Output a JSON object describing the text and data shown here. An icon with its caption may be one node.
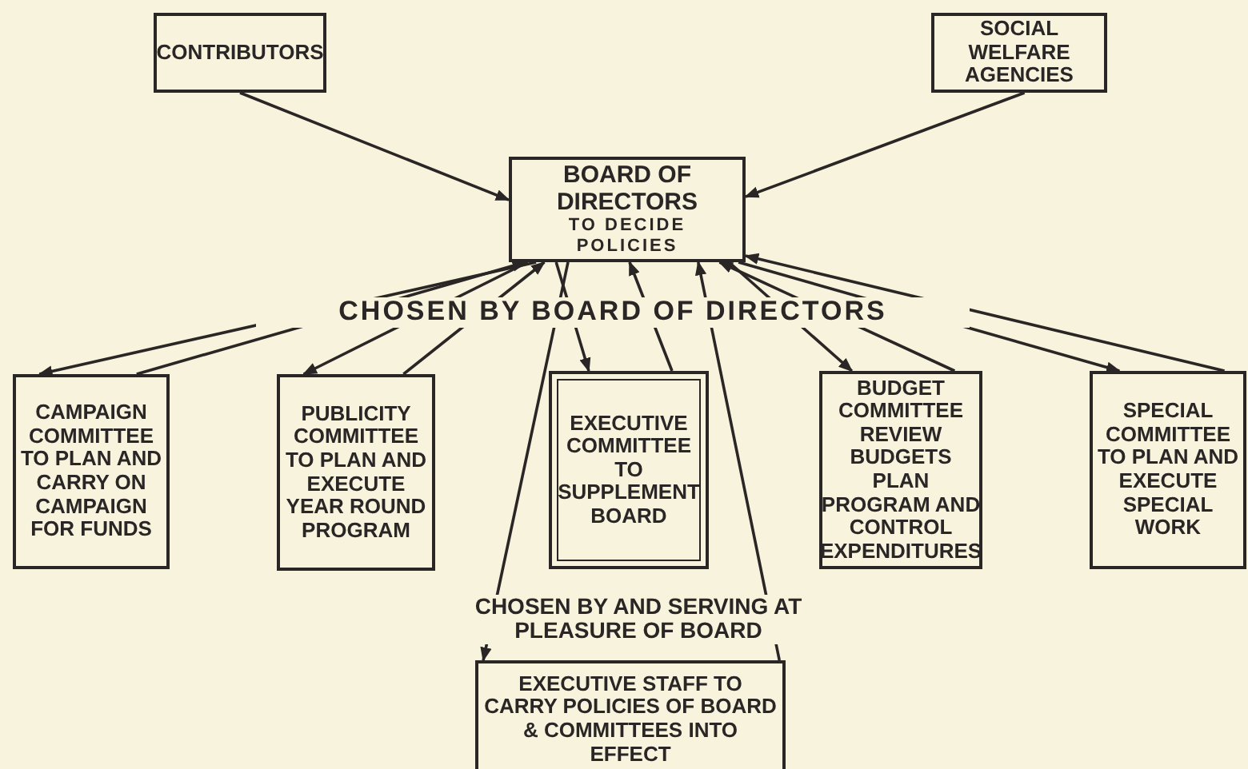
{
  "diagram": {
    "nodes": [
      {
        "text": [
          "CONTRIBUTORS"
        ]
      },
      {
        "text": [
          "SOCIAL WELFARE AGENCIES"
        ]
      },
      {
        "text": [
          "BOARD OF DIRECTORS",
          "TO DECIDE POLICIES"
        ]
      },
      {
        "text": [
          "CAMPAIGN COMMITTEE TO PLAN AND CARRY ON CAMPAIGN FOR FUNDS"
        ]
      },
      {
        "text": [
          "PUBLICITY COMMITTEE TO PLAN AND EXECUTE YEAR ROUND PROGRAM"
        ]
      },
      {
        "text": [
          "EXECUTIVE COMMITTEE TO SUPPLEMENT BOARD"
        ]
      },
      {
        "text": [
          "BUDGET COMMITTEE REVIEW BUDGETS PLAN PROGRAM AND CONTROL EXPENDITURES"
        ]
      },
      {
        "text": [
          "SPECIAL COMMITTEE TO PLAN AND EXECUTE SPECIAL WORK"
        ]
      },
      {
        "text": [
          "EXECUTIVE STAFF TO CARRY POLICIES OF BOARD & COMMITTEES INTO EFFECT"
        ]
      }
    ],
    "edges": [
      {
        "from": 0,
        "to": 2,
        "arrow": "to"
      },
      {
        "from": 1,
        "to": 2,
        "arrow": "to"
      },
      {
        "from": 2,
        "to": 3,
        "arrow": "to"
      },
      {
        "from": 3,
        "to": 2,
        "arrow": "to"
      },
      {
        "from": 2,
        "to": 4,
        "arrow": "to"
      },
      {
        "from": 4,
        "to": 2,
        "arrow": "to"
      },
      {
        "from": 2,
        "to": 5,
        "arrow": "to"
      },
      {
        "from": 5,
        "to": 2,
        "arrow": "to"
      },
      {
        "from": 2,
        "to": 8,
        "arrow": "to"
      },
      {
        "from": 8,
        "to": 2,
        "arrow": "to"
      },
      {
        "from": 2,
        "to": 6,
        "arrow": "to"
      },
      {
        "from": 6,
        "to": 2,
        "arrow": "to"
      },
      {
        "from": 2,
        "to": 7,
        "arrow": "to"
      },
      {
        "from": 7,
        "to": 2,
        "arrow": "to"
      }
    ],
    "labels": [
      "CHOSEN BY BOARD OF DIRECTORS",
      "CHOSEN BY AND SERVING AT PLEASURE OF BOARD"
    ]
  }
}
